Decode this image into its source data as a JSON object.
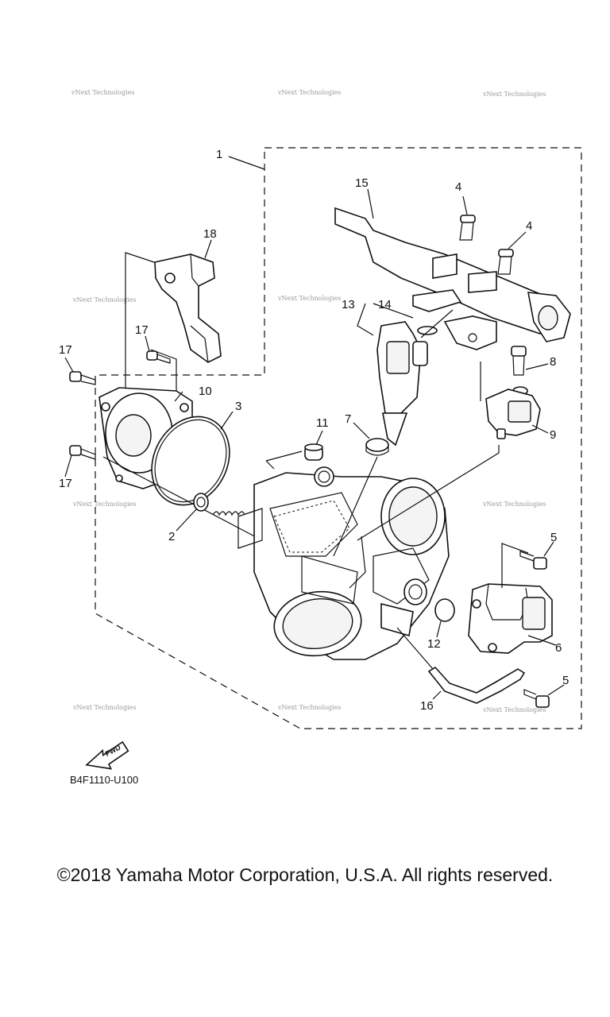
{
  "diagram": {
    "callouts": [
      "1",
      "2",
      "3",
      "4",
      "4",
      "5",
      "5",
      "6",
      "7",
      "8",
      "9",
      "10",
      "11",
      "12",
      "13",
      "14",
      "15",
      "16",
      "17",
      "17",
      "17",
      "18"
    ],
    "watermark_text": "vNext Technologies",
    "fwd_label": "FWD",
    "drawing_code": "B4F1110-U100"
  },
  "footer": {
    "copyright": "©2018 Yamaha Motor Corporation, U.S.A. All rights reserved."
  }
}
